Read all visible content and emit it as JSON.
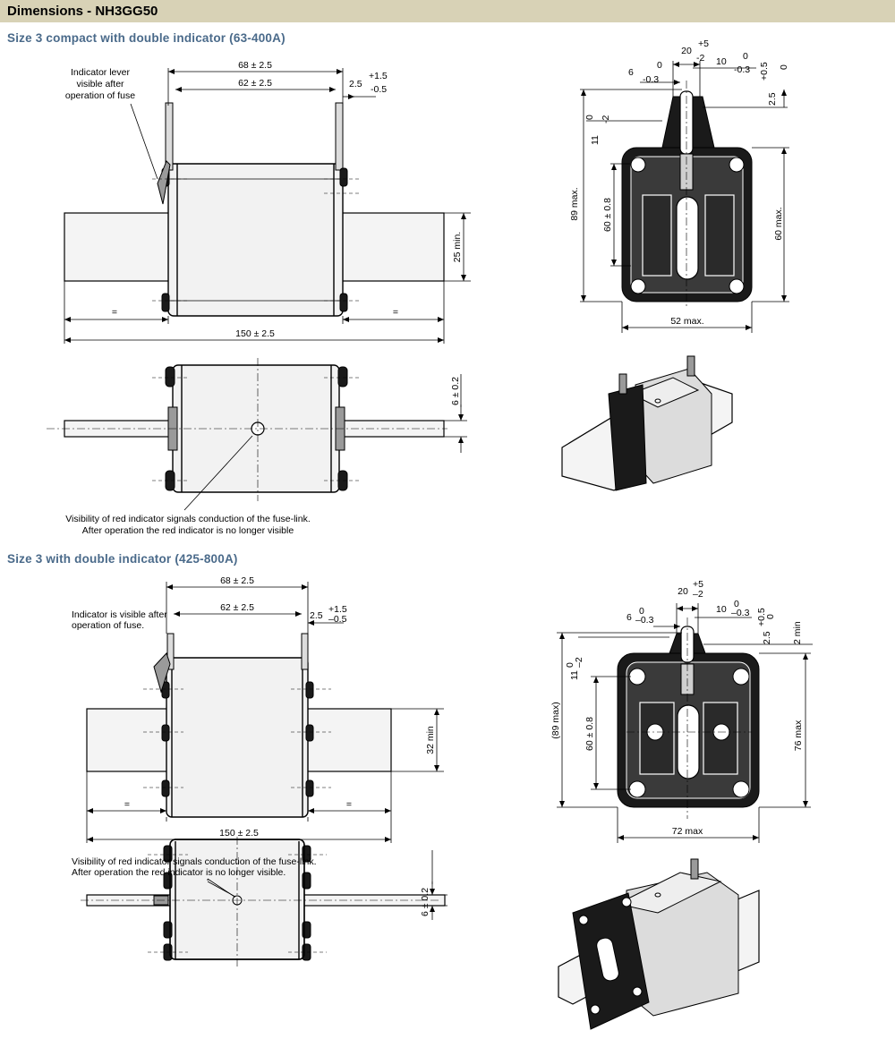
{
  "header": {
    "title": "Dimensions - NH3GG50"
  },
  "section1": {
    "title": "Size 3 compact with double indicator (63-400A)",
    "side": {
      "dim_68": "68 ± 2.5",
      "dim_62": "62 ± 2.5",
      "dim_2_5": "2.5",
      "tol_plus_1_5": "+1.5",
      "tol_minus_0_5": "-0.5",
      "indicator_note_1": "Indicator lever",
      "indicator_note_2": "visible after",
      "indicator_note_3": "operation of fuse",
      "dim_25min": "25 min.",
      "eq_left": "=",
      "eq_right": "=",
      "dim_150": "150 ± 2.5"
    },
    "top": {
      "dim_6_0_2": "6 ± 0.2",
      "note_1": "Visibility of red indicator signals conduction of the fuse-link.",
      "note_2": "After operation the red indicator is no longer visible"
    },
    "end": {
      "dim_20": "20",
      "tol_plus5": "+5",
      "tol_minus2": "-2",
      "dim_6": "6",
      "tol_0a": "0",
      "tol_minus0_3a": "-0.3",
      "dim_10": "10",
      "tol_0b": "0",
      "tol_minus0_3b": "-0.3",
      "tol_plus0_5": "+0.5",
      "tol_0c": "0",
      "dim_2_5": "2.5",
      "tol_0d": "0",
      "tol_minus2b": "-2",
      "dim_11": "11",
      "dim_89": "89 max.",
      "dim_60_0_8": "60 ± 0.8",
      "dim_60max": "60 max.",
      "dim_52": "52 max."
    }
  },
  "section2": {
    "title": "Size 3 with double indicator (425-800A)",
    "side": {
      "dim_68": "68 ± 2.5",
      "dim_62": "62 ± 2.5",
      "dim_2_5": "2.5",
      "tol_plus_1_5": "+1.5",
      "tol_minus_0_5": "–0.5",
      "indicator_note_1": "Indicator is visible after",
      "indicator_note_2": "operation of fuse.",
      "dim_32min": "32 min",
      "eq_left": "=",
      "eq_right": "=",
      "dim_150": "150 ± 2.5"
    },
    "top": {
      "note_1": "Visibility of red indicator signals conduction of the fuse-link.",
      "note_2": "After operation the red indicator is no longer visible.",
      "dim_6_0_2": "6 ± 0.2"
    },
    "end": {
      "dim_20": "20",
      "tol_plus5": "+5",
      "tol_minus2": "–2",
      "dim_6": "6",
      "tol_0a": "0",
      "tol_minus0_3a": "–0.3",
      "dim_10": "10",
      "tol_0b": "0",
      "tol_minus0_3b": "–0.3",
      "dim_2_5": "2.5",
      "tol_plus0_5": "+0.5",
      "tol_0c": "0",
      "dim_2min": "2 min",
      "dim_11": "11",
      "tol_0d": "0",
      "tol_minus2b": "–2",
      "dim_89": "(89 max)",
      "dim_60_0_8": "60 ± 0.8",
      "dim_76": "76 max",
      "dim_72": "72 max"
    }
  }
}
